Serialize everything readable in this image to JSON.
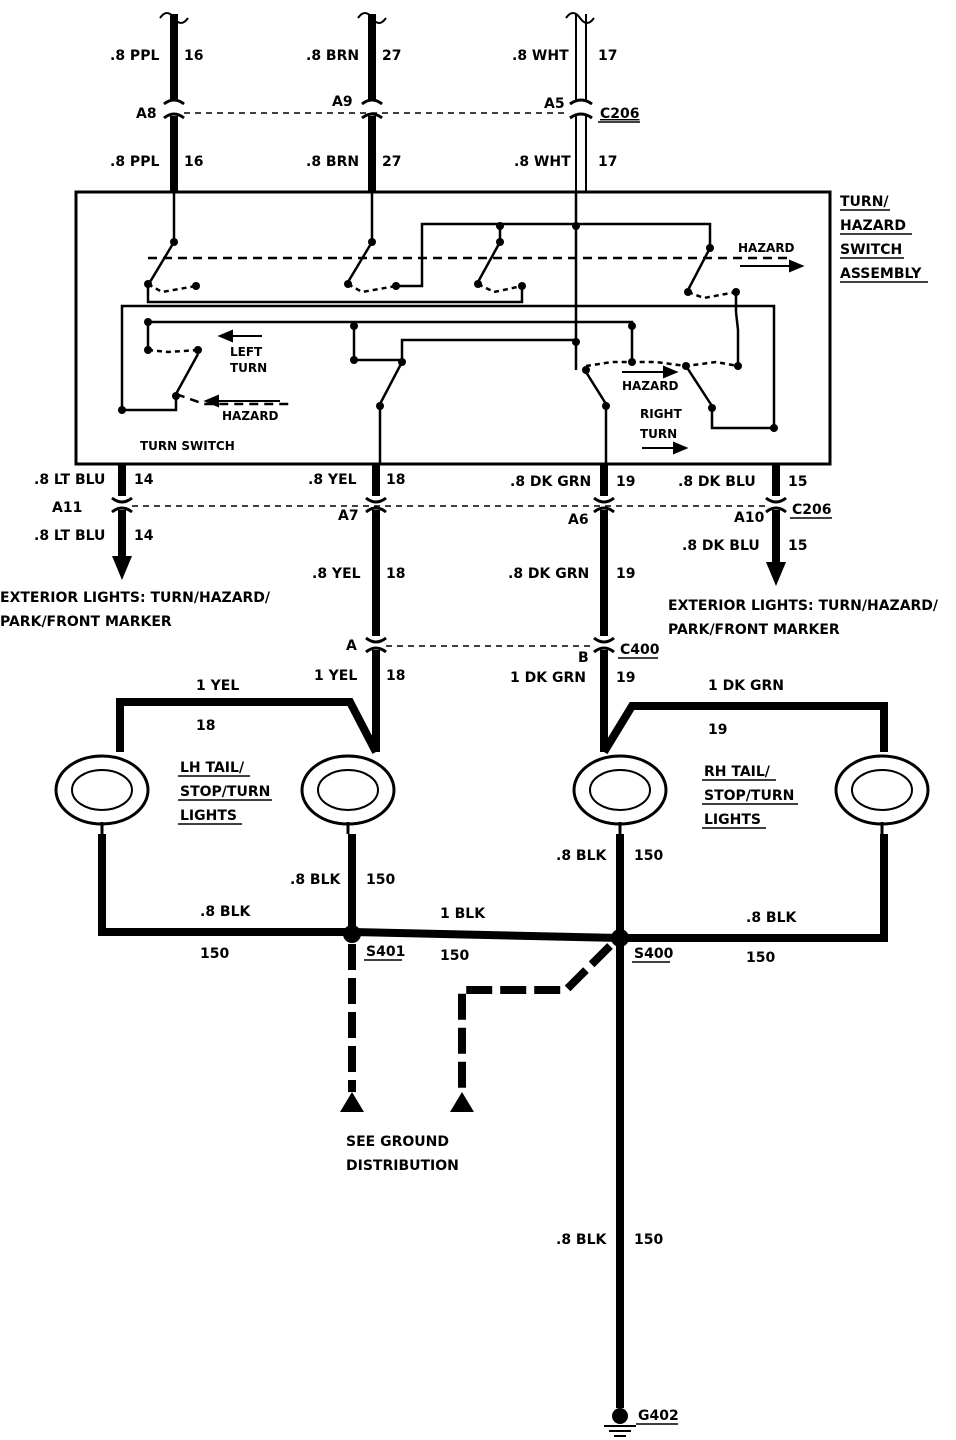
{
  "colors": {
    "ink": "#000000",
    "paper": "#ffffff"
  },
  "wires": {
    "ppl_top_gauge": ".8 PPL",
    "ppl_top_circuit": "16",
    "brn_top_gauge": ".8 BRN",
    "brn_top_circuit": "27",
    "wht_top_gauge": ".8 WHT",
    "wht_top_circuit": "17",
    "ppl_bot_gauge": ".8 PPL",
    "ppl_bot_circuit": "16",
    "brn_bot_gauge": ".8 BRN",
    "brn_bot_circuit": "27",
    "wht_bot_gauge": ".8 WHT",
    "wht_bot_circuit": "17",
    "ltblu_a_gauge": ".8 LT BLU",
    "ltblu_a_circuit": "14",
    "ltblu_b_gauge": ".8 LT BLU",
    "ltblu_b_circuit": "14",
    "yel_a_gauge": ".8  YEL",
    "yel_a_circuit": "18",
    "yel_b_gauge": ".8 YEL",
    "yel_b_circuit": "18",
    "dkgrn_a_gauge": ".8 DK GRN",
    "dkgrn_a_circuit": "19",
    "dkgrn_b_gauge": ".8 DK GRN",
    "dkgrn_b_circuit": "19",
    "dkblu_a_gauge": ".8 DK BLU",
    "dkblu_a_circuit": "15",
    "dkblu_b_gauge": ".8 DK BLU",
    "dkblu_b_circuit": "15",
    "yel1_left_gauge": "1 YEL",
    "yel1_left_circuit": "18",
    "yel1_right_gauge": "1 YEL",
    "yel1_right_circuit": "18",
    "dkgrn1_left_gauge": "1 DK GRN",
    "dkgrn1_left_circuit": "19",
    "dkgrn1_right_gauge": "1 DK GRN",
    "dkgrn1_right_circuit": "19",
    "blk_lh_gauge": ".8 BLK",
    "blk_lh_circuit": "150",
    "blk_s401_gauge": ".8 BLK",
    "blk_s401_circuit": "150",
    "blk_mid_gauge": "1 BLK",
    "blk_mid_circuit": "150",
    "blk_s400_gauge": ".8 BLK",
    "blk_s400_circuit": "150",
    "blk_rh_gauge": ".8 BLK",
    "blk_rh_circuit": "150",
    "blk_g402_gauge": ".8 BLK",
    "blk_g402_circuit": "150"
  },
  "connectors": {
    "a8": "A8",
    "a9": "A9",
    "a5": "A5",
    "c206_top": "C206",
    "a11": "A11",
    "a7": "A7",
    "a6": "A6",
    "a10": "A10",
    "c206_bot": "C206",
    "a": "A",
    "b": "B",
    "c400": "C400"
  },
  "switch": {
    "title_line1": "TURN/",
    "title_line2": "HAZARD",
    "title_line3": "SWITCH",
    "title_line4": "ASSEMBLY",
    "hazard_top": "HAZARD",
    "left_turn_line1": "LEFT",
    "left_turn_line2": "TURN",
    "hazard_left": "HAZARD",
    "hazard_right": "HAZARD",
    "right_turn_line1": "RIGHT",
    "right_turn_line2": "TURN",
    "turn_switch": "TURN SWITCH"
  },
  "labels": {
    "ext_left_line1": "EXTERIOR LIGHTS: TURN/HAZARD/",
    "ext_left_line2": "PARK/FRONT MARKER",
    "ext_right_line1": "EXTERIOR LIGHTS: TURN/HAZARD/",
    "ext_right_line2": "PARK/FRONT MARKER",
    "lh_line1": "LH TAIL/",
    "lh_line2": "STOP/TURN",
    "lh_line3": "LIGHTS",
    "rh_line1": "RH TAIL/",
    "rh_line2": "STOP/TURN",
    "rh_line3": "LIGHTS",
    "s401": "S401",
    "s400": "S400",
    "ground_line1": "SEE GROUND",
    "ground_line2": "DISTRIBUTION",
    "g402": "G402"
  }
}
